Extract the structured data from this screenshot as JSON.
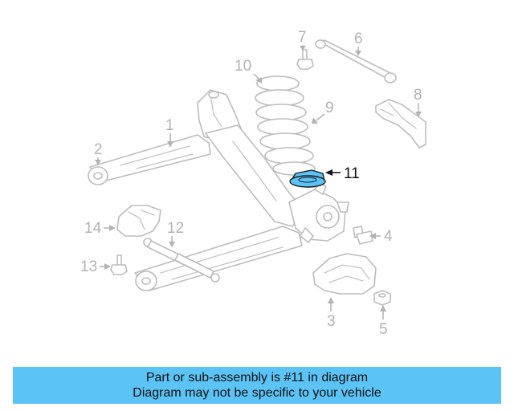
{
  "diagram": {
    "highlight_color": "#5bc3f5",
    "callouts": [
      {
        "id": "1",
        "label": "1"
      },
      {
        "id": "2",
        "label": "2"
      },
      {
        "id": "3",
        "label": "3"
      },
      {
        "id": "4",
        "label": "4"
      },
      {
        "id": "5",
        "label": "5"
      },
      {
        "id": "6",
        "label": "6"
      },
      {
        "id": "7",
        "label": "7"
      },
      {
        "id": "8",
        "label": "8"
      },
      {
        "id": "9",
        "label": "9"
      },
      {
        "id": "10",
        "label": "10"
      },
      {
        "id": "11",
        "label": "11",
        "highlighted": true
      },
      {
        "id": "12",
        "label": "12"
      },
      {
        "id": "13",
        "label": "13"
      },
      {
        "id": "14",
        "label": "14"
      }
    ]
  },
  "banner": {
    "line1": "Part or sub-assembly is #11 in diagram",
    "line2": "Diagram may not be specific to your vehicle",
    "color": "#5bc3f5"
  }
}
